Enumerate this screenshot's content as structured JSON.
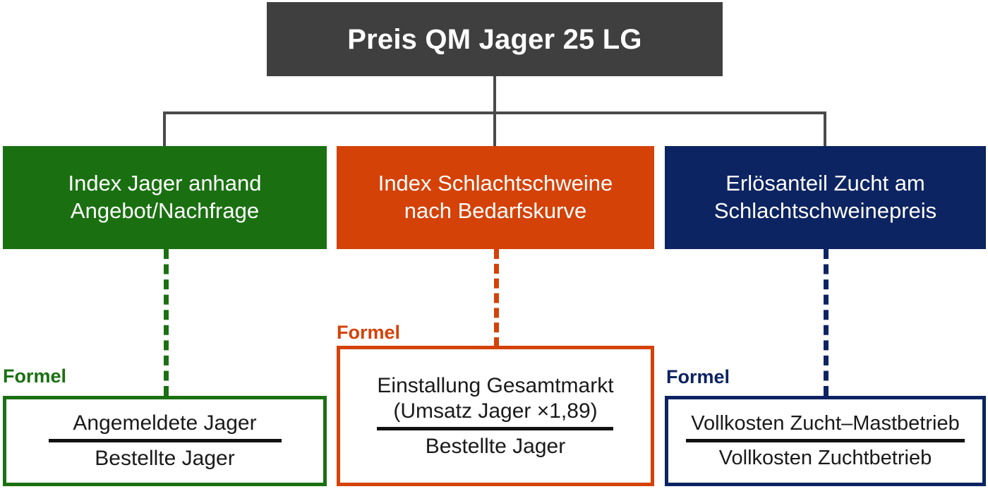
{
  "diagram": {
    "title": "Preis QM Jager 25 LG",
    "colors": {
      "header": "#3f3f3f",
      "green": "#1a7011",
      "orange": "#d44208",
      "navy": "#0d2462",
      "connector": "#4a4a4a",
      "text_dark": "#1a1a1a",
      "text_light": "#ffffff",
      "background": "#ffffff"
    },
    "branches": [
      {
        "id": "green",
        "box_label": "Index Jager anhand Angebot/Nachfrage",
        "box_line1": "Index Jager anhand",
        "box_line2": "Angebot/Nachfrage",
        "formel_caption": "Formel",
        "numerator_line1": "Angemeldete Jager",
        "numerator_line2": "",
        "denominator": "Bestellte Jager"
      },
      {
        "id": "orange",
        "box_label": "Index Schlachtschweine nach Bedarfskurve",
        "box_line1": "Index Schlachtschweine",
        "box_line2": "nach Bedarfskurve",
        "formel_caption": "Formel",
        "numerator_line1": "Einstallung Gesamtmarkt",
        "numerator_line2": "(Umsatz Jager ×1,89)",
        "denominator": "Bestellte Jager"
      },
      {
        "id": "navy",
        "box_label": "Erlösanteil Zucht am Schlachtschweinepreis",
        "box_line1": "Erlösanteil Zucht am",
        "box_line2": "Schlachtschweinepreis",
        "formel_caption": "Formel",
        "numerator_line1": "Vollkosten Zucht–Mastbetrieb",
        "numerator_line2": "",
        "denominator": "Vollkosten Zuchtbetrieb"
      }
    ]
  }
}
